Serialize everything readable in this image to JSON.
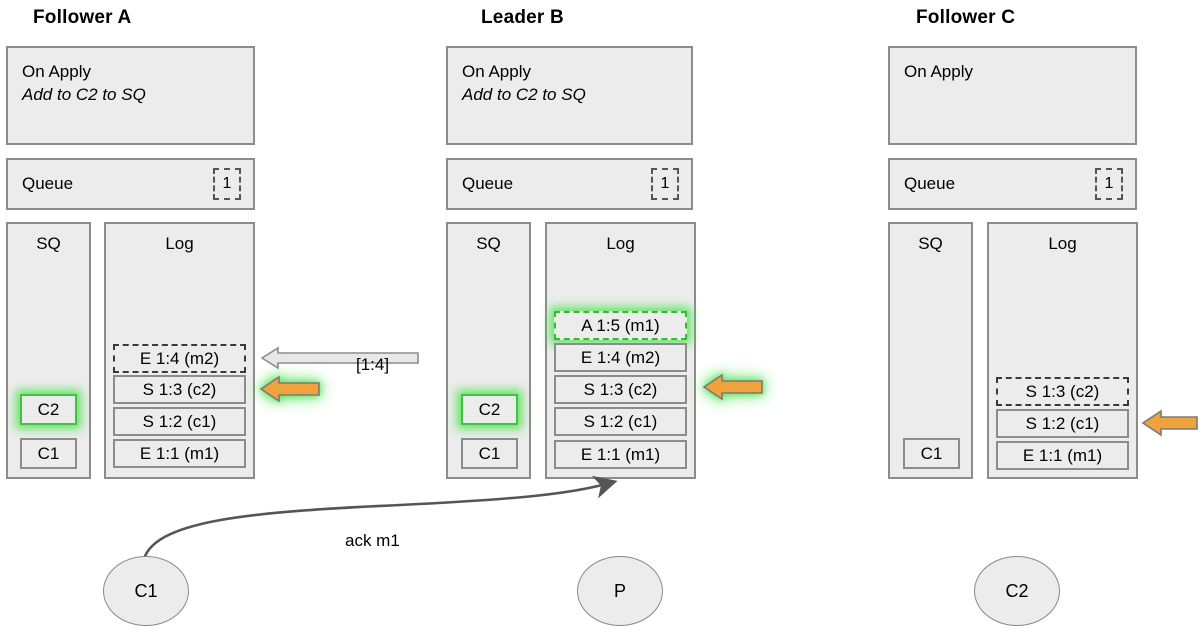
{
  "diagram": {
    "title_hidden": "",
    "colors": {
      "panel_fill": "#ececec",
      "panel_border": "#8c8c8c",
      "glow_green": "#4ce24c",
      "arrow_orange": "#f0a33c",
      "arrow_gray": "#e6e6e6",
      "curve_stroke": "#555555"
    }
  },
  "nodes": [
    {
      "id": "follower-a",
      "title": "Follower A",
      "on_apply": {
        "heading": "On Apply",
        "action": "Add to C2 to SQ"
      },
      "queue": {
        "label": "Queue",
        "count": "1"
      },
      "sq": {
        "header": "SQ",
        "cells": [
          {
            "label": "C2",
            "style": "glow"
          },
          {
            "label": "C1",
            "style": "solid"
          }
        ]
      },
      "log": {
        "header": "Log",
        "entries": [
          {
            "label": "E 1:4 (m2)",
            "style": "dashed"
          },
          {
            "label": "S 1:3 (c2)",
            "style": "solid"
          },
          {
            "label": "S 1:2 (c1)",
            "style": "solid"
          },
          {
            "label": "E 1:1 (m1)",
            "style": "solid"
          }
        ]
      }
    },
    {
      "id": "leader-b",
      "title": "Leader B",
      "on_apply": {
        "heading": "On Apply",
        "action": "Add to C2 to SQ"
      },
      "queue": {
        "label": "Queue",
        "count": "1"
      },
      "sq": {
        "header": "SQ",
        "cells": [
          {
            "label": "C2",
            "style": "glow"
          },
          {
            "label": "C1",
            "style": "solid"
          }
        ]
      },
      "log": {
        "header": "Log",
        "entries": [
          {
            "label": "A 1:5 (m1)",
            "style": "dashed-glow"
          },
          {
            "label": "E 1:4 (m2)",
            "style": "solid"
          },
          {
            "label": "S 1:3 (c2)",
            "style": "solid"
          },
          {
            "label": "S 1:2 (c1)",
            "style": "solid"
          },
          {
            "label": "E 1:1 (m1)",
            "style": "solid"
          }
        ]
      }
    },
    {
      "id": "follower-c",
      "title": "Follower C",
      "on_apply": {
        "heading": "On Apply",
        "action": ""
      },
      "queue": {
        "label": "Queue",
        "count": "1"
      },
      "sq": {
        "header": "SQ",
        "cells": [
          {
            "label": "C1",
            "style": "solid"
          }
        ]
      },
      "log": {
        "header": "Log",
        "entries": [
          {
            "label": "S 1:3 (c2)",
            "style": "dashed"
          },
          {
            "label": "S 1:2 (c1)",
            "style": "solid"
          },
          {
            "label": "E 1:1 (m1)",
            "style": "solid"
          }
        ]
      }
    }
  ],
  "arrows": {
    "replicate_label": "[1:4]",
    "ack_label": "ack m1"
  },
  "clients": [
    {
      "label": "C1"
    },
    {
      "label": "P"
    },
    {
      "label": "C2"
    }
  ]
}
